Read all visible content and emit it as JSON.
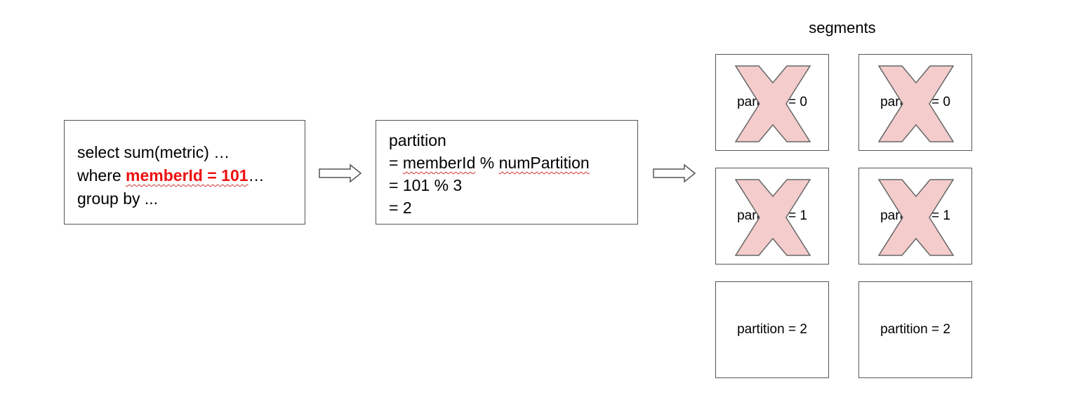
{
  "query": {
    "line1": "select sum(metric) …",
    "line2_prefix": "where ",
    "line2_highlight": "memberId = 101",
    "line2_suffix": "…",
    "line3": "group by ..."
  },
  "calculation": {
    "line1": "partition",
    "line2_eq": "= ",
    "line2_a": "memberId",
    "line2_op": " % ",
    "line2_b": "numPartition",
    "line3": "= 101 % 3",
    "line4": "= 2"
  },
  "segments": {
    "title": "segments",
    "items": [
      {
        "label": "partition = 0",
        "pruned": true
      },
      {
        "label": "partition = 0",
        "pruned": true
      },
      {
        "label": "partition = 1",
        "pruned": true
      },
      {
        "label": "partition = 1",
        "pruned": true
      },
      {
        "label": "partition = 2",
        "pruned": false
      },
      {
        "label": "partition = 2",
        "pruned": false
      }
    ]
  },
  "colors": {
    "highlight": "#ee1111",
    "x_fill": "#f4cccc",
    "x_stroke": "#666666",
    "border": "#555555"
  }
}
